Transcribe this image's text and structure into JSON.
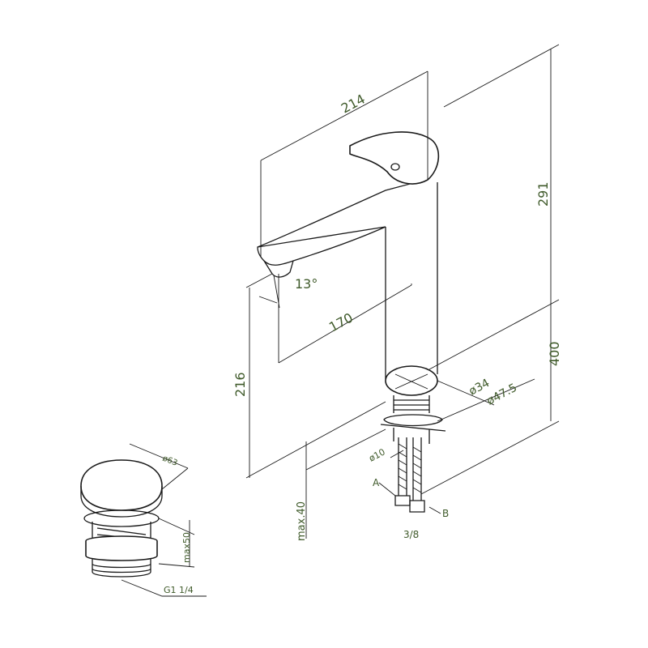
{
  "drawing": {
    "dimensions": {
      "spout_length": "214",
      "total_height": "291",
      "spout_angle": "13°",
      "spout_reach": "170",
      "spout_height": "216",
      "hose_length": "400",
      "base_diameter_inner": "ø34",
      "base_diameter_outer": "ø47.5",
      "hose_diameter": "ø10",
      "max_thickness": "max.40",
      "connection_size": "3/8"
    },
    "labels": {
      "hose_a": "A",
      "hose_b": "B"
    },
    "drain": {
      "cap_diameter": "ø63",
      "max_height": "max50",
      "thread": "G1 1/4"
    },
    "colors": {
      "dimension_text": "#3f5a2a",
      "lines": "#1a1a1a"
    }
  }
}
